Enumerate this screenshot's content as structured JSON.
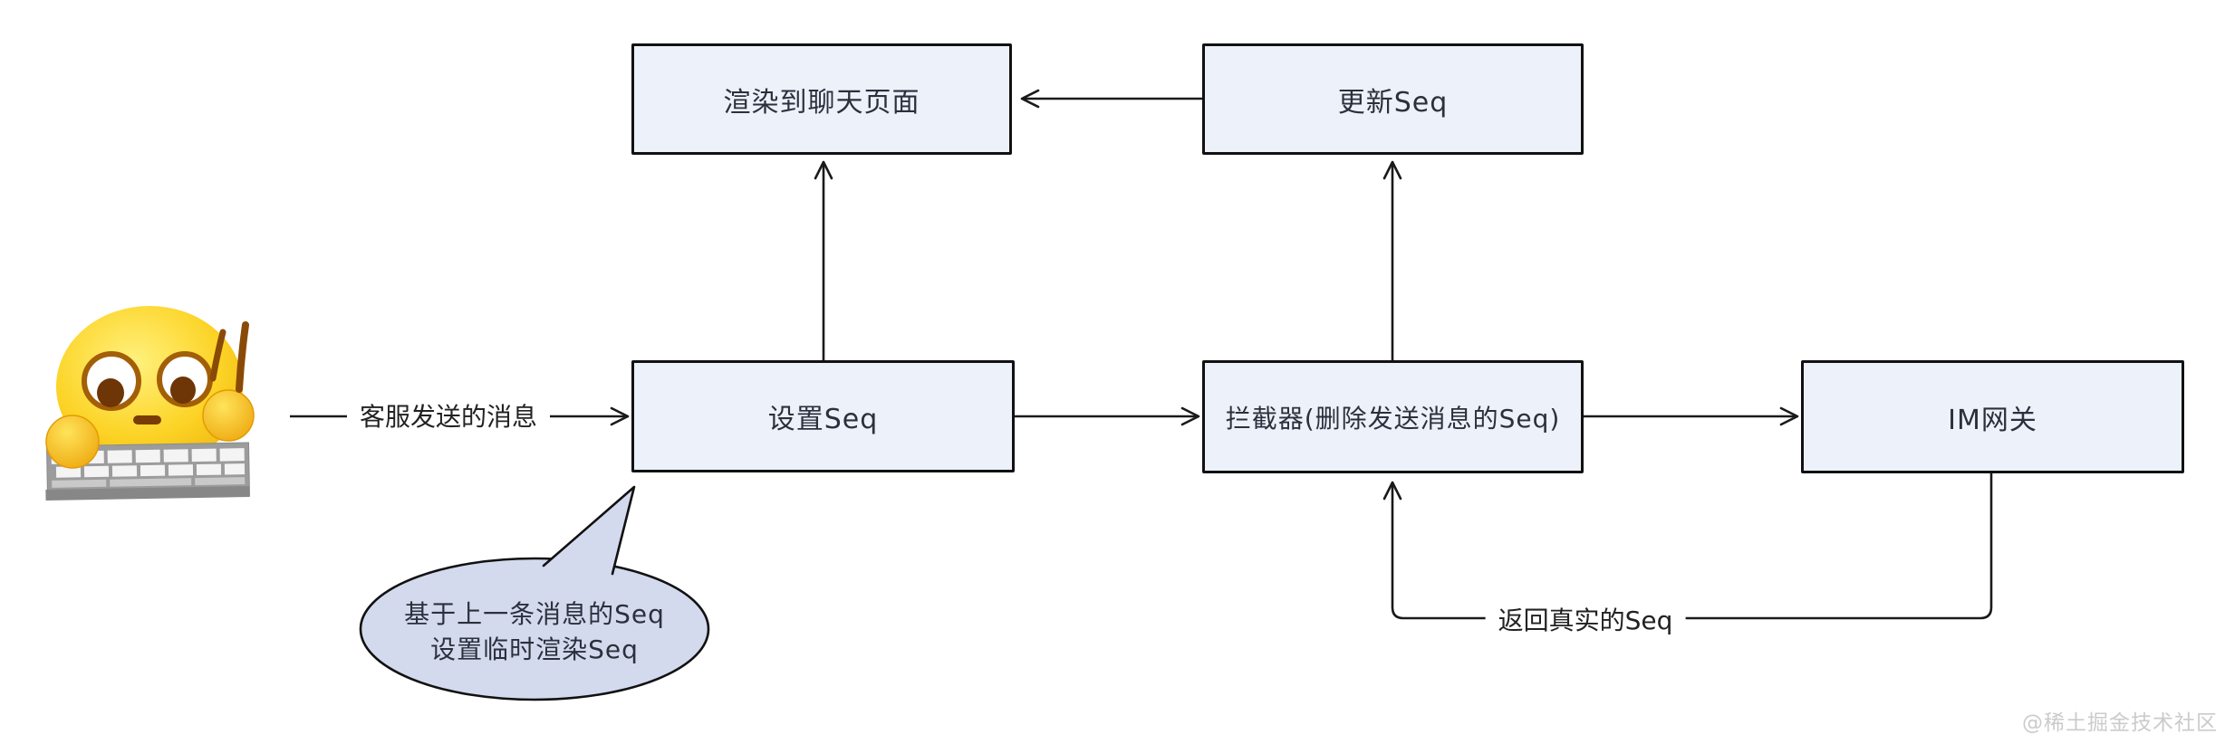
{
  "diagram": {
    "nodes": {
      "render": "渲染到聊天页面",
      "update": "更新Seq",
      "set_seq": "设置Seq",
      "interceptor": "拦截器(删除发送消息的Seq)",
      "gateway": "IM网关"
    },
    "edges": {
      "send_message": "客服发送的消息",
      "return_seq": "返回真实的Seq"
    },
    "bubble": {
      "line1": "基于上一条消息的Seq",
      "line2": "设置临时渲染Seq"
    },
    "emoji": "panic-typing-emoji",
    "colors": {
      "node_fill": "#ecf1fa",
      "node_border": "#111111",
      "bubble_fill": "#d3daee",
      "line": "#1a1a1a"
    }
  },
  "watermark": "@稀土掘金技术社区"
}
